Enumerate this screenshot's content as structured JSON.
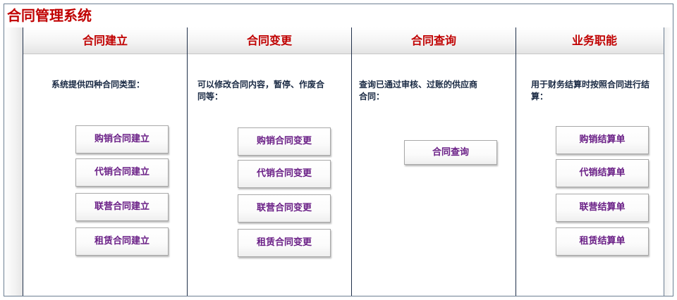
{
  "app": {
    "title": "合同管理系统"
  },
  "columns": [
    {
      "header": "合同建立",
      "description": "系统提供四种合同类型：",
      "buttons": [
        "购销合同建立",
        "代销合同建立",
        "联营合同建立",
        "租赁合同建立"
      ]
    },
    {
      "header": "合同变更",
      "description": "可以修改合同内容，暂停、作废合同等：",
      "buttons": [
        "购销合同变更",
        "代销合同变更",
        "联营合同变更",
        "租赁合同变更"
      ]
    },
    {
      "header": "合同查询",
      "description": "查询已通过审核、过账的供应商合同：",
      "buttons": [
        "合同查询"
      ]
    },
    {
      "header": "业务职能",
      "description": "用于财务结算时按照合同进行结算：",
      "buttons": [
        "购销结算单",
        "代销结算单",
        "联营结算单",
        "租赁结算单"
      ]
    }
  ],
  "colors": {
    "title": "#c00000",
    "header": "#c00000",
    "button_text": "#6a1f86",
    "border": "#20304a"
  }
}
